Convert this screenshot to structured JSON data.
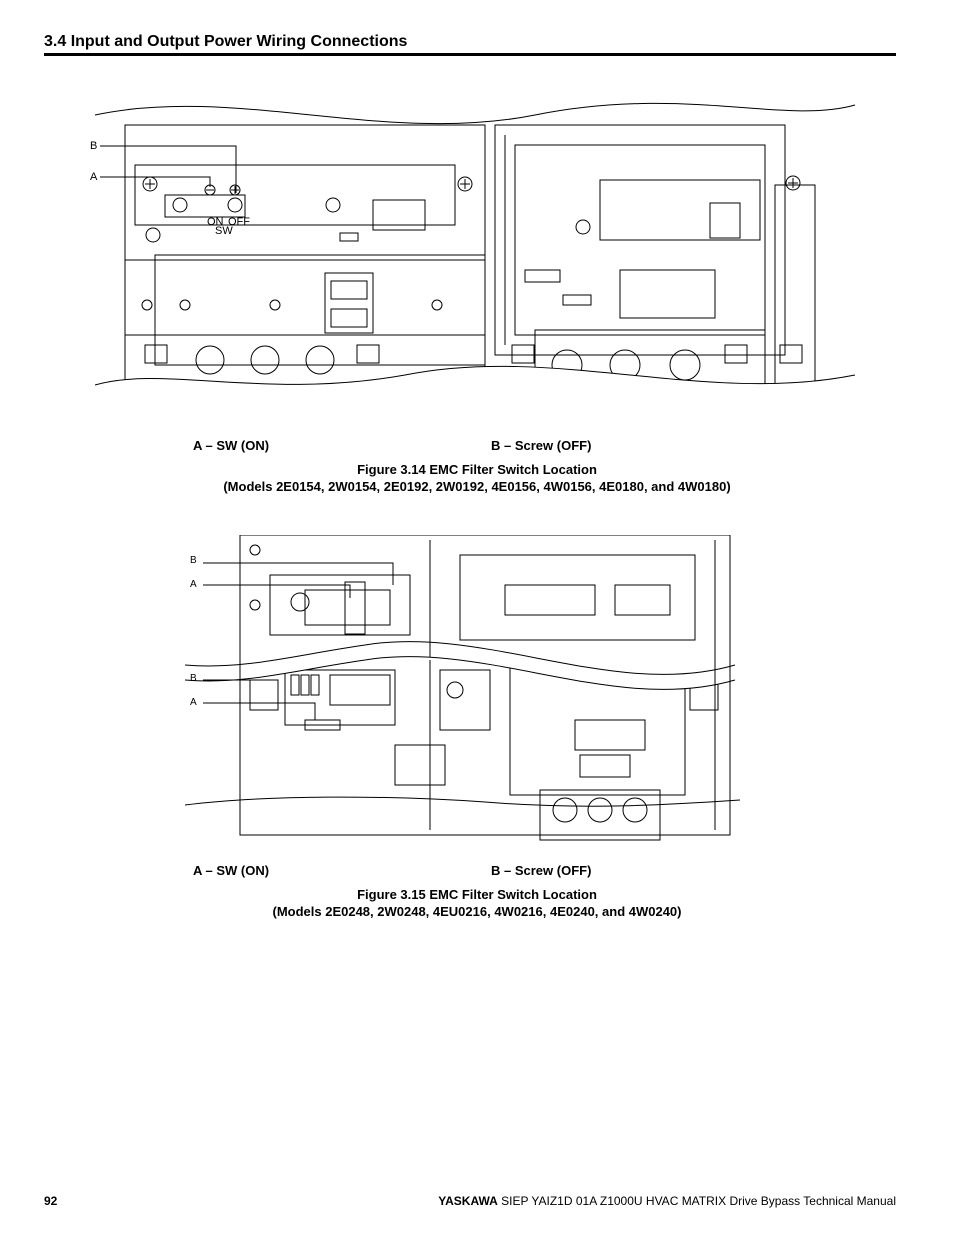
{
  "header": {
    "section_title": "3.4 Input and Output Power Wiring Connections"
  },
  "figure1": {
    "callout_a": "A",
    "callout_b": "B",
    "switch_on": "ON",
    "switch_off": "OFF",
    "switch_label": "SW",
    "legend_a": "A – SW (ON)",
    "legend_b": "B – Screw (OFF)",
    "caption_line1": "Figure 3.14  EMC Filter Switch Location",
    "caption_line2": "(Models 2E0154, 2W0154, 2E0192, 2W0192, 4E0156, 4W0156, 4E0180, and 4W0180)"
  },
  "figure2": {
    "callout_b_top": "B",
    "callout_a_top": "A",
    "callout_b_bottom": "B",
    "callout_a_bottom": "A",
    "legend_a": "A – SW (ON)",
    "legend_b": "B – Screw (OFF)",
    "caption_line1": "Figure 3.15  EMC Filter Switch Location",
    "caption_line2": "(Models 2E0248, 2W0248, 4EU0216, 4W0216, 4E0240, and 4W0240)"
  },
  "footer": {
    "page_number": "92",
    "brand": "YASKAWA",
    "manual_title": "SIEP YAIZ1D 01A Z1000U HVAC MATRIX Drive Bypass Technical Manual"
  }
}
